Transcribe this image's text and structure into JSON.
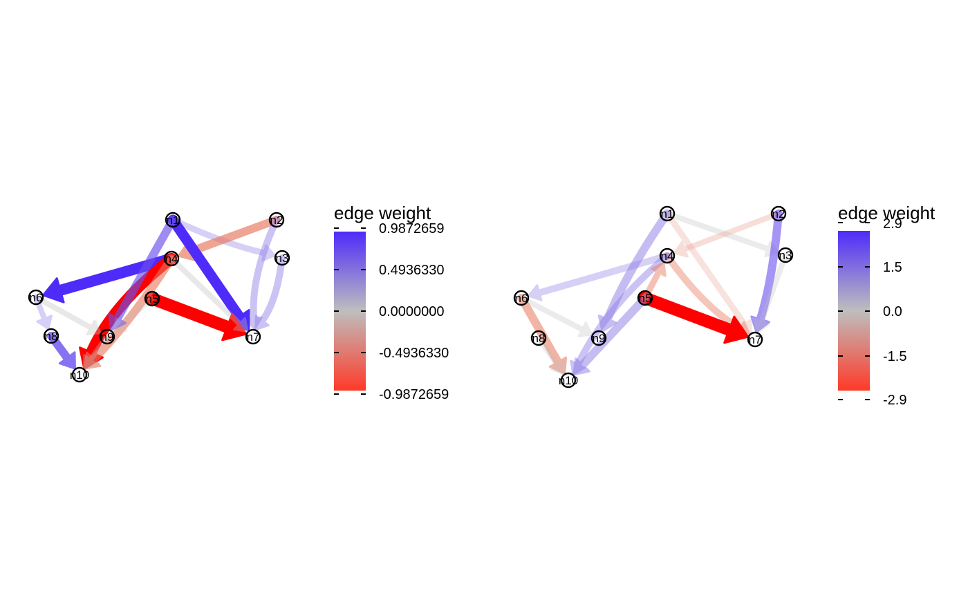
{
  "panels": [
    {
      "id": "left",
      "legend": {
        "title": "edge weight",
        "ticks": [
          "0.9872659",
          "0.4936330",
          "0.0000000",
          "-0.4936330",
          "-0.9872659"
        ]
      },
      "nodes": [
        {
          "id": "n1",
          "label": "n1"
        },
        {
          "id": "n2",
          "label": "n2"
        },
        {
          "id": "n3",
          "label": "n3"
        },
        {
          "id": "n4",
          "label": "n4"
        },
        {
          "id": "n5",
          "label": "n5"
        },
        {
          "id": "n6",
          "label": "n6"
        },
        {
          "id": "n7",
          "label": "n7"
        },
        {
          "id": "n8",
          "label": "n8"
        },
        {
          "id": "n9",
          "label": "n9"
        },
        {
          "id": "n10",
          "label": "n10"
        }
      ]
    },
    {
      "id": "right",
      "legend": {
        "title": "edge weight",
        "ticks": [
          "2.9",
          "1.5",
          "0.0",
          "-1.5",
          "-2.9"
        ]
      },
      "nodes": [
        {
          "id": "n1",
          "label": "n1"
        },
        {
          "id": "n2",
          "label": "n2"
        },
        {
          "id": "n3",
          "label": "n3"
        },
        {
          "id": "n4",
          "label": "n4"
        },
        {
          "id": "n5",
          "label": "n5"
        },
        {
          "id": "n6",
          "label": "n6"
        },
        {
          "id": "n7",
          "label": "n7"
        },
        {
          "id": "n8",
          "label": "n8"
        },
        {
          "id": "n9",
          "label": "n9"
        },
        {
          "id": "n10",
          "label": "n10"
        }
      ]
    }
  ],
  "colors": {
    "positive": "#4F2BFA",
    "zero": "#BEBEBE",
    "negative": "#FF0000"
  }
}
